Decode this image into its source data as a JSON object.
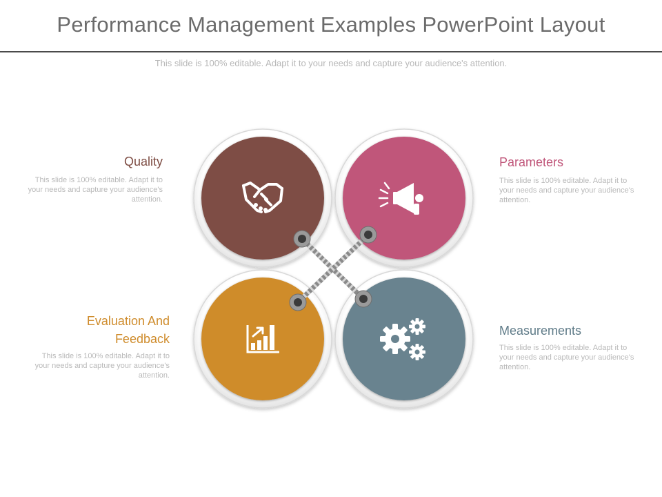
{
  "slide": {
    "title": "Performance Management Examples PowerPoint Layout",
    "subtitle": "This slide is 100% editable. Adapt it to your needs and capture your audience's attention."
  },
  "items": [
    {
      "heading": "Quality",
      "text": "This slide is 100% editable. Adapt it to your needs and capture your audience's attention.",
      "color": "#7e4d44",
      "icon": "handshake-icon"
    },
    {
      "heading": "Parameters",
      "text": "This slide is 100% editable. Adapt it to your needs and capture your audience's attention.",
      "color": "#c0567a",
      "icon": "megaphone-icon"
    },
    {
      "heading": "Evaluation And Feedback",
      "text": "This slide is 100% editable. Adapt it to your needs and capture your audience's attention.",
      "color": "#cf8c2c",
      "icon": "growth-chart-icon"
    },
    {
      "heading": "Measurements",
      "text": "This slide is 100% editable. Adapt it to your needs and capture your audience's attention.",
      "color": "#69838f",
      "icon": "gears-icon"
    }
  ]
}
